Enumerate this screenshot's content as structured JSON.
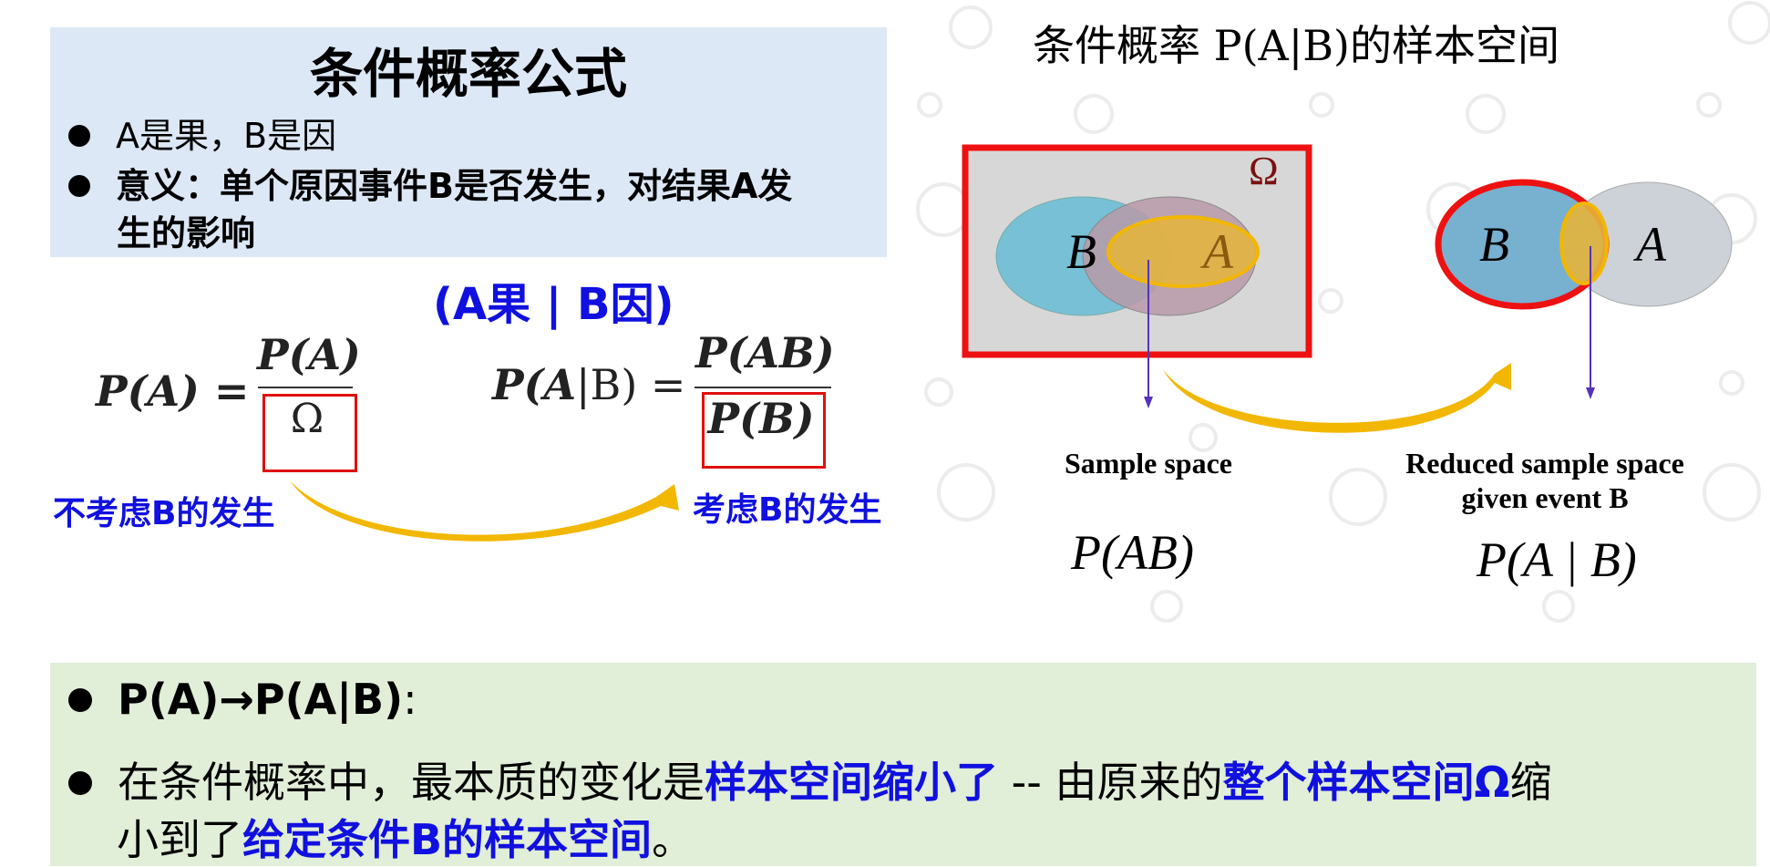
{
  "left_panel": {
    "title": "条件概率公式",
    "bullet1": "A是果，B是因",
    "bullet2_line1": "意义：单个原因事件B是否发生，对结果A发",
    "bullet2_line2": "生的影响",
    "ab_label": "(A果 | B因)",
    "formula1_lhs": "P(A) =",
    "formula1_num": "P(A)",
    "formula1_den": "Ω",
    "formula2_lhs": "P(A|B) =",
    "formula2_num": "P(AB)",
    "formula2_den": "P(B)",
    "note_left": "不考虑B的发生",
    "note_right": "考虑B的发生"
  },
  "right_panel": {
    "title": "条件概率 P(A|B)的样本空间",
    "omega": "Ω",
    "venn1_b": "B",
    "venn1_a": "A",
    "venn2_b": "B",
    "venn2_a": "A",
    "caption1": "Sample space",
    "caption2_line1": "Reduced sample space",
    "caption2_line2": "given event B",
    "math1": "P(AB)",
    "math2": "P(A | B)"
  },
  "bottom": {
    "line1": "P(A)→P(A|B)",
    "line1_suffix": ":",
    "line2_a": "在条件概率中，最本质的变化是",
    "line2_b": "样本空间缩小了",
    "line2_c": " -- 由原来的",
    "line2_d": "整个样本空间Ω",
    "line2_e": "缩",
    "line3_a": "小到了",
    "line3_b": "给定条件B的样本空间",
    "line3_c": "。"
  },
  "colors": {
    "accent_blue": "#1010e0",
    "red": "#e01010",
    "gold": "#f2b700",
    "venn_b": "#78c0d6",
    "venn_a": "#b89aa8",
    "left_bg": "#dce8f5",
    "bottom_bg": "#e1eed8"
  }
}
